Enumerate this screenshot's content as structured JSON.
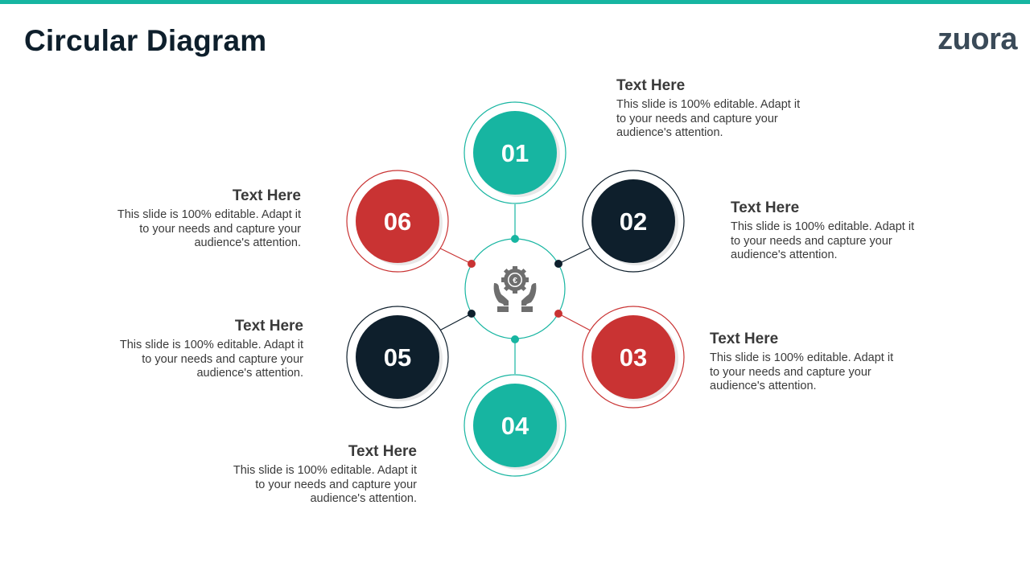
{
  "title": "Circular Diagram",
  "logo": "zuora",
  "colors": {
    "teal": "#17b5a1",
    "navy": "#0e1f2c",
    "red": "#c93333",
    "accent_bar": "#17b5a1"
  },
  "center_icon": "hands-euro-coin-icon",
  "items": [
    {
      "number": "01",
      "heading": "Text Here",
      "text": "This slide is 100% editable. Adapt it to your needs and capture your audience's attention."
    },
    {
      "number": "02",
      "heading": "Text Here",
      "text": "This slide is 100% editable. Adapt it to your needs and capture your audience's attention."
    },
    {
      "number": "03",
      "heading": "Text Here",
      "text": "This slide is 100% editable. Adapt it to your needs and capture your audience's attention."
    },
    {
      "number": "04",
      "heading": "Text Here",
      "text": "This slide is 100% editable. Adapt it to your needs and capture your audience's attention."
    },
    {
      "number": "05",
      "heading": "Text Here",
      "text": "This slide is 100% editable. Adapt it to your needs and capture your audience's attention."
    },
    {
      "number": "06",
      "heading": "Text Here",
      "text": "This slide is 100% editable. Adapt it to your needs and capture your audience's attention."
    }
  ]
}
